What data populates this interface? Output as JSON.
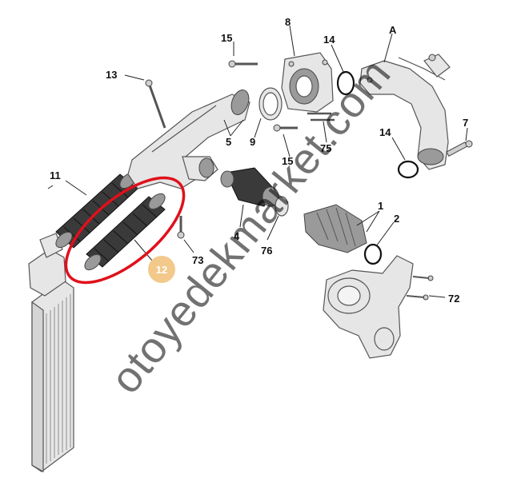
{
  "labels": {
    "n15_top": "15",
    "n8": "8",
    "n14_top": "14",
    "nA": "A",
    "n13": "13",
    "n5": "5",
    "n9": "9",
    "n15_mid": "15",
    "n75": "75",
    "n14_right": "14",
    "n7": "7",
    "n11": "11",
    "n4": "4",
    "n76": "76",
    "n73": "73",
    "n12": "12",
    "n1": "1",
    "n2": "2",
    "n72": "72"
  },
  "colors": {
    "highlight_ring": "#e0101a",
    "badge_fill": "#f2c98a",
    "badge_text": "#ffffff",
    "watermark": "#000000"
  },
  "watermark": "otoyedekmarket.com",
  "highlight": {
    "label": "12"
  }
}
